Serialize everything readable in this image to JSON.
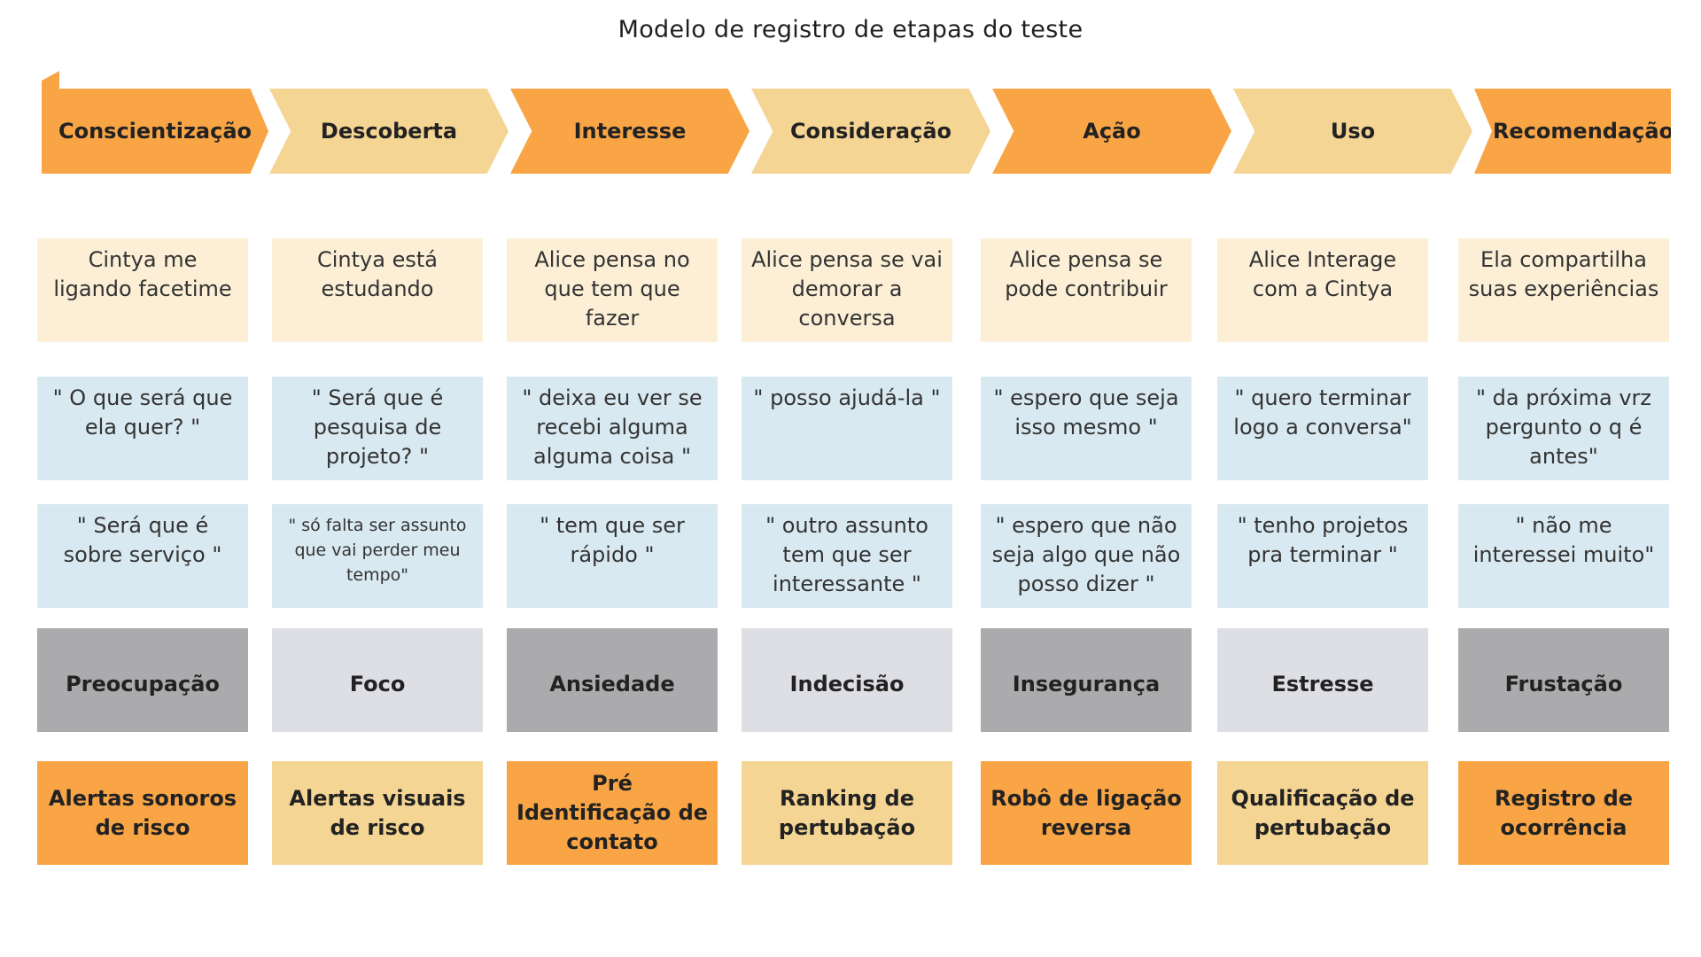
{
  "title": "Modelo de registro de etapas do teste",
  "colors": {
    "orange": "#f9a546",
    "light_orange": "#f5d594",
    "cream": "#fcefd6",
    "light_blue": "#d9e9f2",
    "dark_gray": "#ababad",
    "light_gray": "#dedfe4"
  },
  "stages": [
    {
      "name": "Conscientização",
      "description": "Cintya me ligando facetime",
      "quote1": "\" O que será que ela quer? \"",
      "quote2": "\" Será que é sobre serviço \"",
      "emotion": "Preocupação",
      "solution": "Alertas sonoros de risco"
    },
    {
      "name": "Descoberta",
      "description": "Cintya está estudando",
      "quote1": "\" Será que é pesquisa de projeto?  \"",
      "quote2": "\" só falta ser assunto que vai perder meu tempo\"",
      "emotion": "Foco",
      "solution": "Alertas visuais de risco"
    },
    {
      "name": "Interesse",
      "description": "Alice pensa no que tem que fazer",
      "quote1": "\" deixa eu ver se recebi alguma alguma coisa \"",
      "quote2": "\" tem que ser rápido  \"",
      "emotion": "Ansiedade",
      "solution": "Pré Identificação de contato"
    },
    {
      "name": "Consideração",
      "description": "Alice pensa se vai demorar a conversa",
      "quote1": "\" posso ajudá-la \"",
      "quote2": "\" outro assunto tem que ser interessante \"",
      "emotion": "Indecisão",
      "solution": "Ranking de pertubação"
    },
    {
      "name": "Ação",
      "description": "Alice pensa se pode contribuir",
      "quote1": "\" espero que seja isso mesmo \"",
      "quote2": "\" espero que não seja algo que não posso dizer \"",
      "emotion": "Insegurança",
      "solution": "Robô de ligação reversa"
    },
    {
      "name": "Uso",
      "description": "Alice Interage com a Cintya",
      "quote1": "\" quero terminar logo a conversa\"",
      "quote2": "\" tenho projetos pra terminar \"",
      "emotion": "Estresse",
      "solution": "Qualificação de pertubação"
    },
    {
      "name": "Recomendação",
      "description": "Ela compartilha suas experiências",
      "quote1": "\" da próxima vrz pergunto o q é antes\"",
      "quote2": "\" não me interessei muito\"",
      "emotion": "Frustação",
      "solution": "Registro de ocorrência"
    }
  ]
}
